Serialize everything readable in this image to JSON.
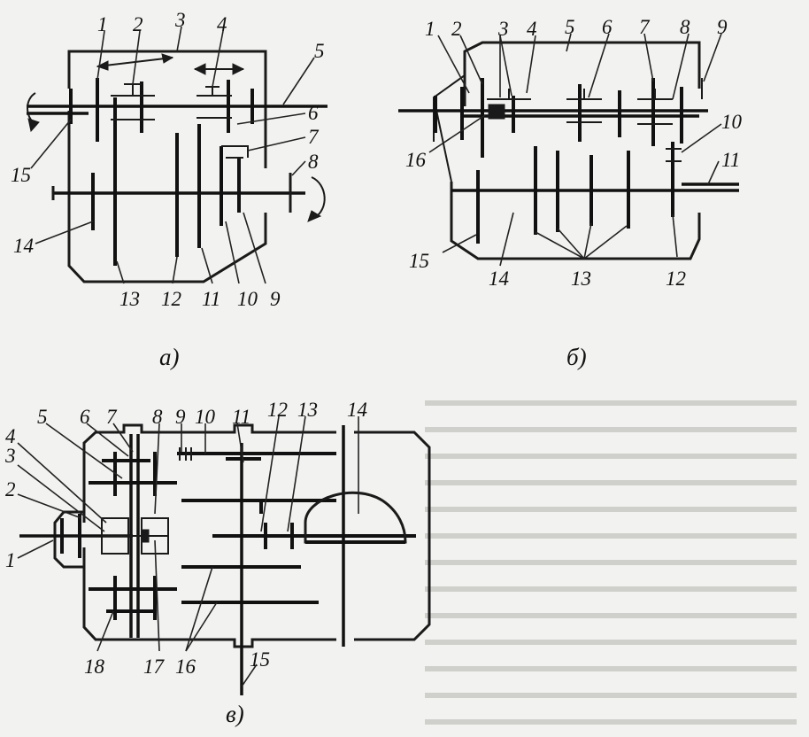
{
  "labels_a": [
    "1",
    "2",
    "3",
    "4",
    "5",
    "6",
    "7",
    "8",
    "9",
    "10",
    "11",
    "12",
    "13",
    "14",
    "15"
  ],
  "labels_b": [
    "1",
    "2",
    "3",
    "4",
    "5",
    "6",
    "7",
    "8",
    "9",
    "10",
    "11",
    "12",
    "13",
    "14",
    "15",
    "16"
  ],
  "labels_c": [
    "1",
    "2",
    "3",
    "4",
    "5",
    "6",
    "7",
    "8",
    "9",
    "10",
    "11",
    "12",
    "13",
    "14",
    "15",
    "16",
    "17",
    "18"
  ],
  "captions": {
    "a": "а)",
    "b": "б)",
    "c": "в)"
  }
}
